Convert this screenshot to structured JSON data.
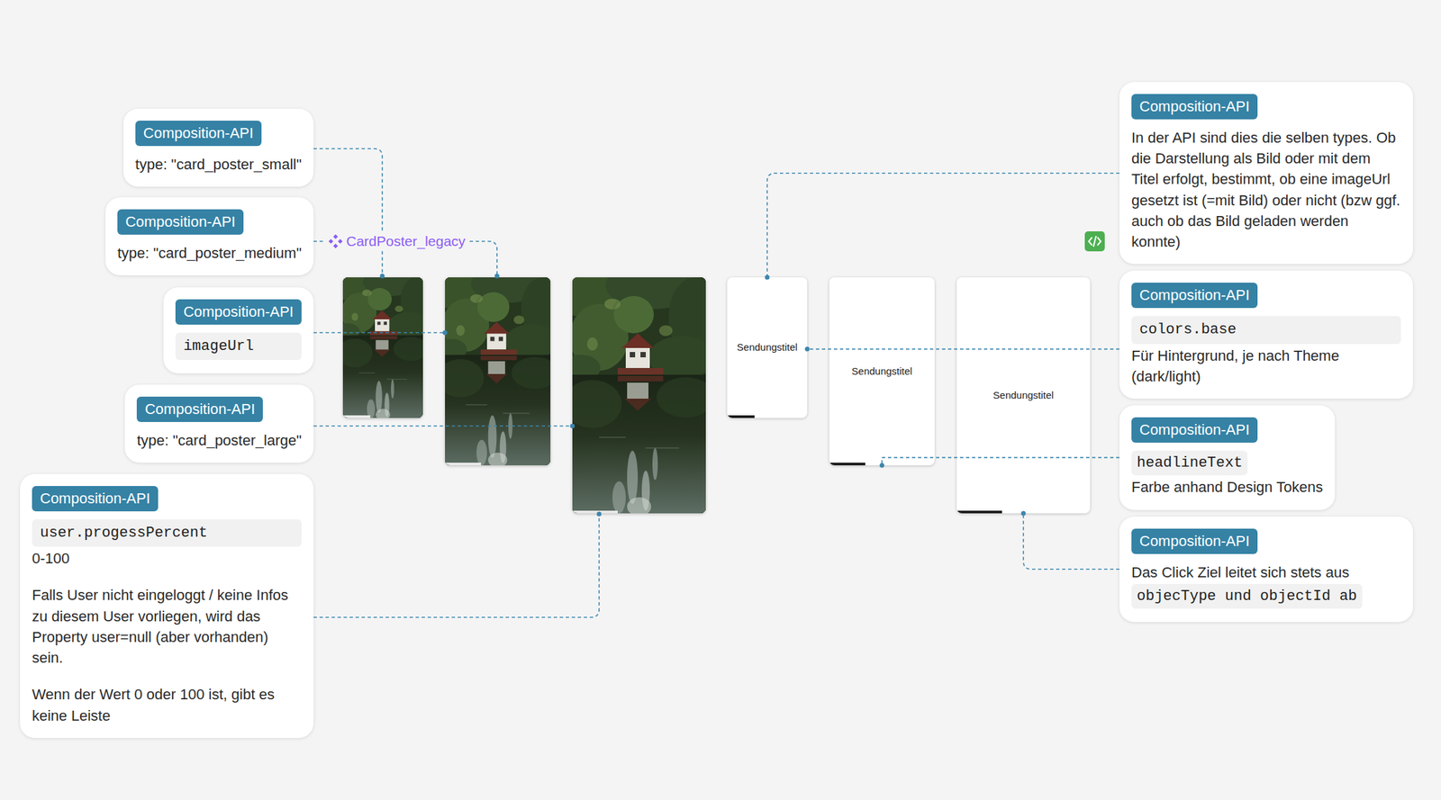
{
  "diagram": {
    "nodes": [
      {
        "text": [
          "Composition-API",
          "type: \"card_poster_small\""
        ]
      },
      {
        "text": [
          "Composition-API",
          "type: \"card_poster_medium\""
        ]
      },
      {
        "text": [
          "Composition-API",
          "imageUrl"
        ]
      },
      {
        "text": [
          "Composition-API",
          "type: \"card_poster_large\""
        ]
      },
      {
        "text": [
          "Composition-API",
          "user.progessPercent",
          "0-100",
          "Falls User nicht eingeloggt / keine Infos zu diesem User vorliegen, wird das Property user=null (aber vorhanden) sein.",
          "Wenn der Wert 0 oder 100 ist, gibt es keine Leiste"
        ]
      },
      {
        "text": [
          "Sendungstitel"
        ]
      },
      {
        "text": [
          "Sendungstitel"
        ]
      },
      {
        "text": [
          "Sendungstitel"
        ]
      },
      {
        "text": [
          "Composition-API",
          "In der API sind dies die selben types. Ob die Darstellung als Bild oder mit dem Titel erfolgt, bestimmt, ob eine imageUrl gesetzt ist (=mit Bild) oder nicht (bzw ggf. auch ob das Bild geladen werden konnte)"
        ]
      },
      {
        "text": [
          "Composition-API",
          "colors.base",
          "Für Hintergrund, je nach Theme (dark/light)"
        ]
      },
      {
        "text": [
          "Composition-API",
          "headlineText",
          "Farbe anhand Design Tokens"
        ]
      },
      {
        "text": [
          "Composition-API",
          "Das Click Ziel leitet sich stets aus",
          "objecType und objectId ab"
        ]
      }
    ],
    "edges": [
      {
        "from": 8,
        "to": 5,
        "arrow": "none"
      },
      {
        "from": 9,
        "to": 5,
        "arrow": "none"
      },
      {
        "from": 10,
        "to": 6,
        "arrow": "none"
      },
      {
        "from": 11,
        "to": 7,
        "arrow": "none"
      }
    ],
    "labels": [
      "CardPoster_legacy"
    ]
  }
}
